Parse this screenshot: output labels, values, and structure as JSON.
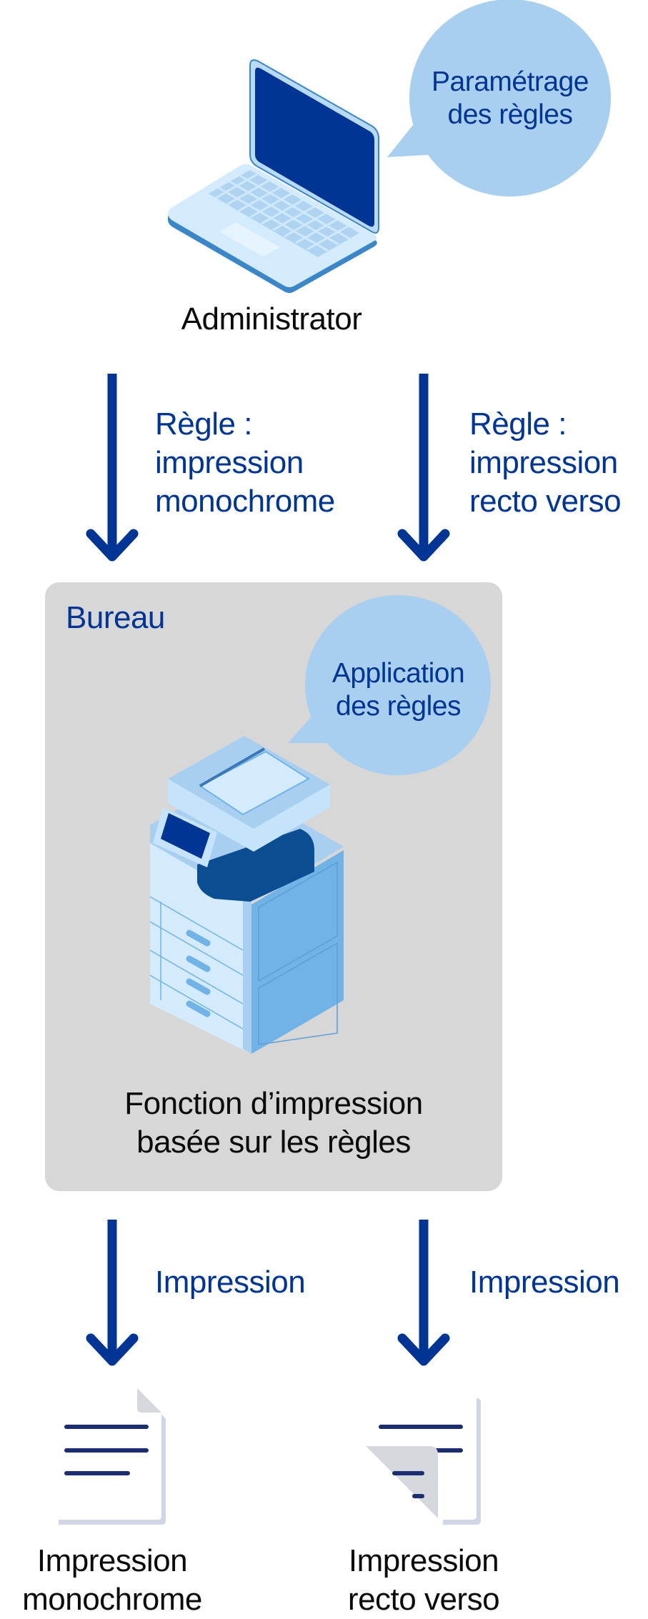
{
  "colors": {
    "primary_blue": "#003595",
    "bubble": "#a8cfef",
    "box_gray": "#d7d7d7",
    "text_black": "#0a0a0a"
  },
  "admin": {
    "icon": "laptop-icon",
    "label": "Administrator",
    "bubble": [
      "Paramétrage",
      "des règles"
    ]
  },
  "rules": [
    {
      "lines": [
        "Règle :",
        "impression",
        "monochrome"
      ]
    },
    {
      "lines": [
        "Règle :",
        "impression",
        "recto verso"
      ]
    }
  ],
  "office": {
    "title": "Bureau",
    "icon": "multifunction-printer-icon",
    "bubble": [
      "Application",
      "des règles"
    ],
    "caption": [
      "Fonction d’impression",
      "basée sur les règles"
    ]
  },
  "print_arrows": [
    {
      "label": "Impression"
    },
    {
      "label": "Impression"
    }
  ],
  "outputs": [
    {
      "icon": "document-icon",
      "lines": [
        "Impression",
        "monochrome"
      ]
    },
    {
      "icon": "duplex-document-icon",
      "lines": [
        "Impression",
        "recto verso"
      ]
    }
  ]
}
